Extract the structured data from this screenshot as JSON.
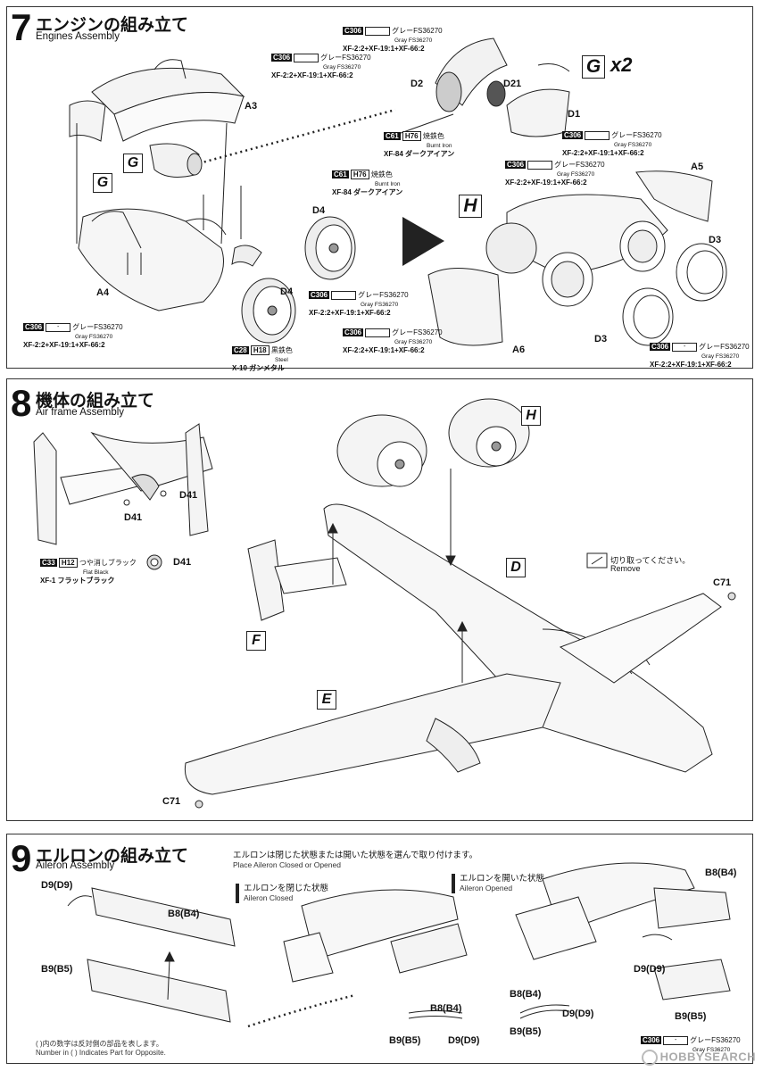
{
  "steps": [
    {
      "num": "7",
      "title": "エンジンの組み立て",
      "subtitle": "Engines Assembly"
    },
    {
      "num": "8",
      "title": "機体の組み立て",
      "subtitle": "Air frame Assembly"
    },
    {
      "num": "9",
      "title": "エルロンの組み立て",
      "subtitle": "Aileron Assembly"
    }
  ],
  "paint_gray": {
    "code": "C306",
    "box": "",
    "jp": "グレーFS36270",
    "en": "Gray FS36270",
    "mix": "XF-2:2+XF-19:1+XF-66:2"
  },
  "paint_gray_dash": {
    "code": "C306",
    "box": "-",
    "jp": "グレーFS36270",
    "en": "Gray FS36270",
    "mix": "XF-2:2+XF-19:1+XF-66:2"
  },
  "paint_iron": {
    "code": "C61",
    "code2": "H76",
    "jp": "焼鉄色",
    "en": "Burnt Iron",
    "mix": "XF-84 ダークアイアン"
  },
  "paint_steel": {
    "code": "C28",
    "code2": "H18",
    "jp": "黒鉄色",
    "en": "Steel",
    "mix": "X-10 ガンメタル"
  },
  "paint_black": {
    "code": "C33",
    "code2": "H12",
    "jp": "つや消しブラック",
    "en": "Flat Black",
    "mix": "XF-1 フラットブラック"
  },
  "step7": {
    "labels": {
      "a3": "A3",
      "a4": "A4",
      "a5": "A5",
      "a6": "A6",
      "d1": "D1",
      "d2": "D2",
      "d21": "D21",
      "d3": "D3",
      "d3b": "D3",
      "d4a": "D4",
      "d4b": "D4",
      "g1": "G",
      "g2": "G",
      "g3": "G",
      "h": "H",
      "x2": "x2"
    }
  },
  "step8": {
    "labels": {
      "h": "H",
      "d": "D",
      "e": "E",
      "f": "F",
      "d41a": "D41",
      "d41b": "D41",
      "d41c": "D41",
      "c71a": "C71",
      "c71b": "C71"
    },
    "remove_jp": "切り取ってください。",
    "remove_en": "Remove"
  },
  "step9": {
    "note_jp": "エルロンは閉じた状態または開いた状態を選んで取り付けます。",
    "note_en": "Place Aileron Closed or Opened",
    "closed_jp": "エルロンを閉じた状態",
    "closed_en": "Aileron Closed",
    "opened_jp": "エルロンを開いた状態",
    "opened_en": "Aileron Opened",
    "labels": {
      "d9a": "D9(D9)",
      "b8a": "B8(B4)",
      "b9a": "B9(B5)",
      "b8b": "B8(B4)",
      "b9b": "B9(B5)",
      "d9b": "D9(D9)",
      "b8c": "B8(B4)",
      "b9c": "B9(B5)",
      "d9c": "D9(D9)",
      "b8d": "B8(B4)",
      "d9d": "D9(D9)",
      "b9d": "B9(B5)"
    },
    "footnote_jp": "( )内の数字は反対側の部品を表します。",
    "footnote_en": "Number in ( ) Indicates Part for Opposite."
  },
  "watermark": "HOBBYSEARCH"
}
